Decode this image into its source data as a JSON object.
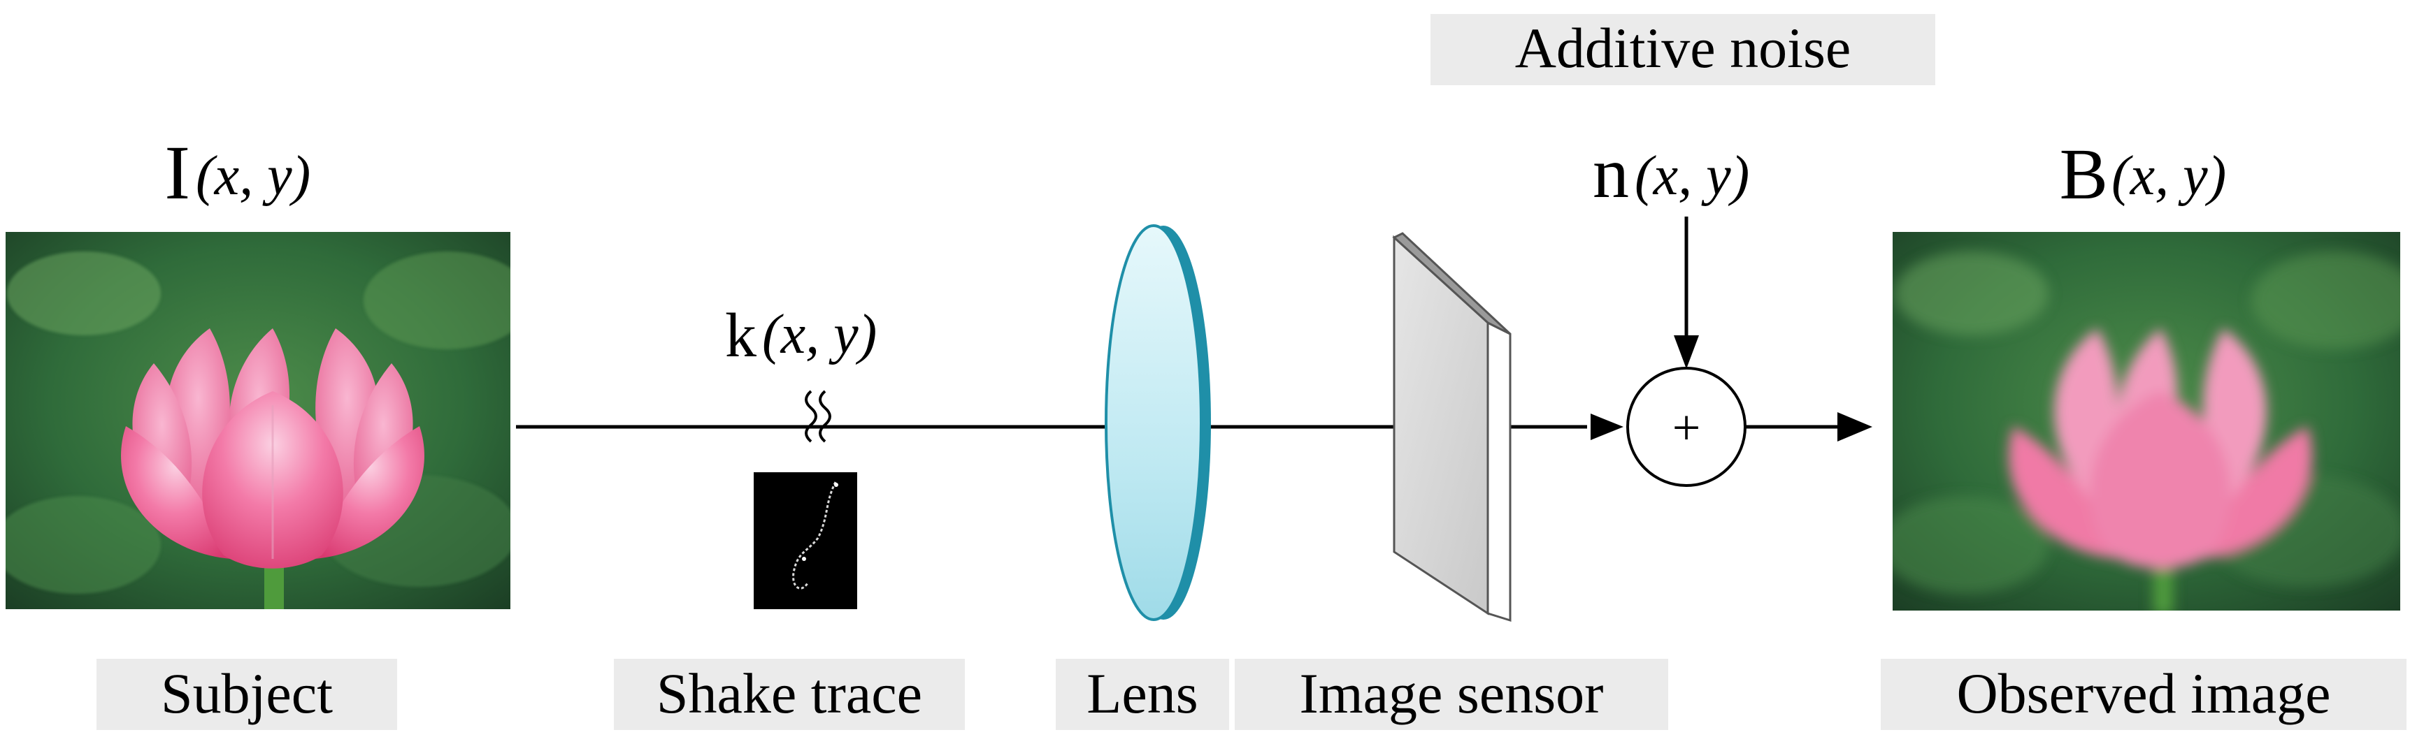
{
  "nodes": {
    "subject": {
      "math_symbol": "I",
      "math_args": "(x, y)",
      "caption": "Subject"
    },
    "shake_trace": {
      "math_symbol": "k",
      "math_args": "(x, y)",
      "caption": "Shake trace"
    },
    "lens": {
      "caption": "Lens"
    },
    "image_sensor": {
      "caption": "Image sensor"
    },
    "noise": {
      "header": "Additive noise",
      "math_symbol": "n",
      "math_args": "(x, y)",
      "operator": "+"
    },
    "observed": {
      "math_symbol": "B",
      "math_args": "(x, y)",
      "caption": "Observed image"
    }
  },
  "colors": {
    "lens_face": "#c8ecf3",
    "lens_rim": "#1f8fa8",
    "sensor_face": "#d4d4d4",
    "caption_bg": "#ebebeb",
    "petal": "#f37aa8",
    "background_green": "#2f6b3a"
  },
  "icons": [
    "lotus-flower-photo",
    "wavy-shake-icon",
    "kernel-trace-thumbnail",
    "blurred-lotus-photo"
  ]
}
